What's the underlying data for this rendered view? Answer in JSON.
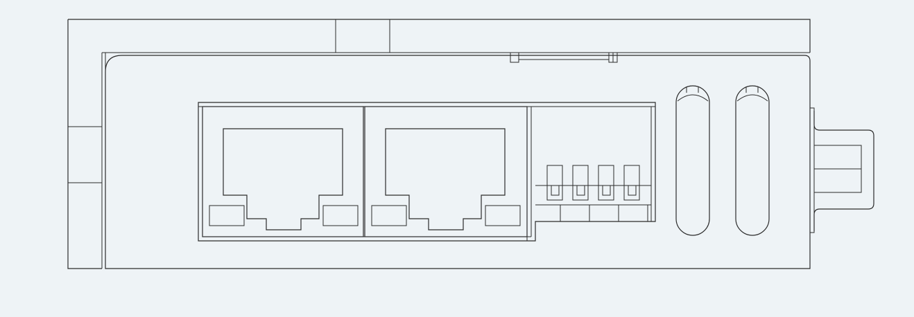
{
  "drawing": {
    "view": "side elevation",
    "background_color": "#eef3f6",
    "line_color": "#2b2b2b",
    "parts": {
      "rj45_ports": 2,
      "dip_switches": 4,
      "slots": 2
    }
  }
}
